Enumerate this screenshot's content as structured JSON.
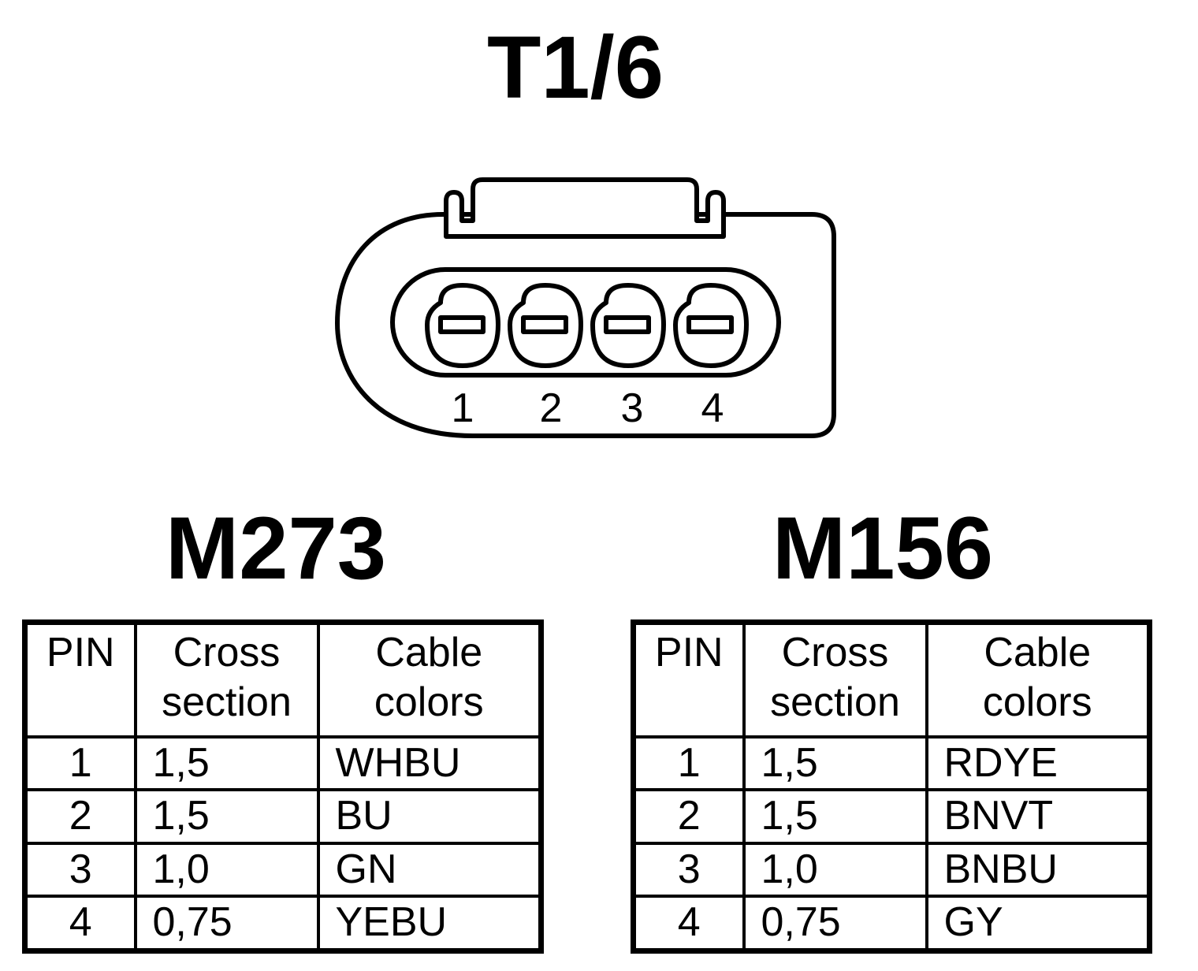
{
  "connector": {
    "title": "T1/6",
    "pins": [
      "1",
      "2",
      "3",
      "4"
    ]
  },
  "tables": [
    {
      "title": "M273",
      "headers": {
        "pin": "PIN",
        "cross_line1": "Cross",
        "cross_line2": "section",
        "color_line1": "Cable",
        "color_line2": "colors"
      },
      "rows": [
        {
          "pin": "1",
          "cross": "1,5",
          "color": "WHBU"
        },
        {
          "pin": "2",
          "cross": "1,5",
          "color": "BU"
        },
        {
          "pin": "3",
          "cross": "1,0",
          "color": "GN"
        },
        {
          "pin": "4",
          "cross": "0,75",
          "color": "YEBU"
        }
      ]
    },
    {
      "title": "M156",
      "headers": {
        "pin": "PIN",
        "cross_line1": "Cross",
        "cross_line2": "section",
        "color_line1": "Cable",
        "color_line2": "colors"
      },
      "rows": [
        {
          "pin": "1",
          "cross": "1,5",
          "color": "RDYE"
        },
        {
          "pin": "2",
          "cross": "1,5",
          "color": "BNVT"
        },
        {
          "pin": "3",
          "cross": "1,0",
          "color": "BNBU"
        },
        {
          "pin": "4",
          "cross": "0,75",
          "color": "GY"
        }
      ]
    }
  ]
}
